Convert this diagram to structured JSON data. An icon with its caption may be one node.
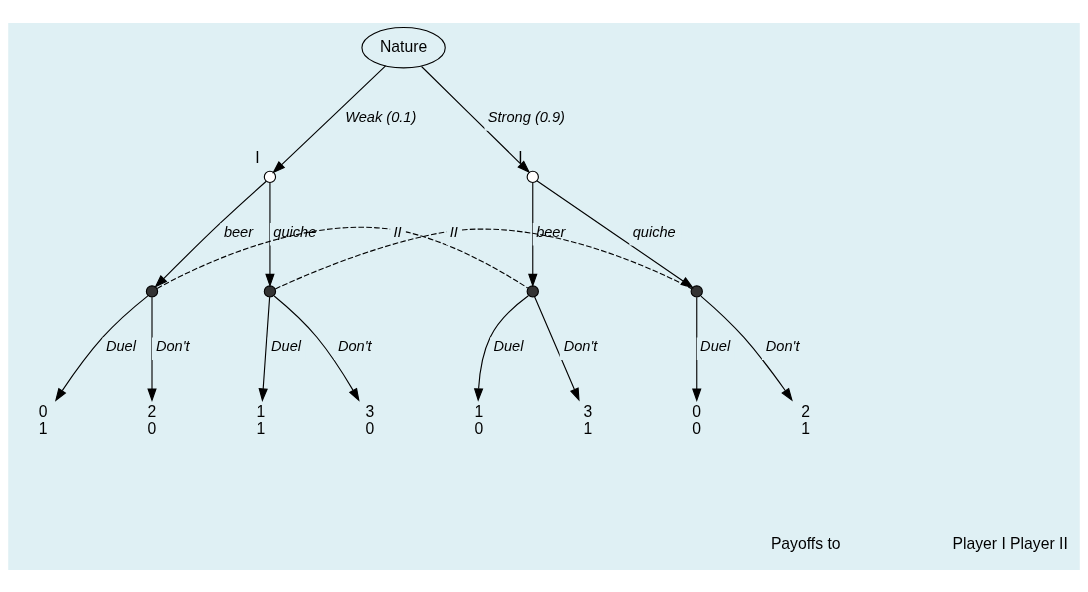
{
  "diagram": {
    "nodes": [
      {
        "text": [
          "Nature"
        ]
      },
      {
        "text": [],
        "shape": "circle",
        "beside": [
          "I"
        ]
      },
      {
        "text": [],
        "shape": "circle",
        "beside": [
          "I"
        ]
      },
      {
        "text": [],
        "shape": "circle"
      },
      {
        "text": [],
        "shape": "circle"
      },
      {
        "text": [],
        "shape": "circle"
      },
      {
        "text": [],
        "shape": "circle"
      },
      {
        "text": [
          "0",
          "1"
        ]
      },
      {
        "text": [
          "2",
          "0"
        ]
      },
      {
        "text": [
          "1",
          "1"
        ]
      },
      {
        "text": [
          "3",
          "0"
        ]
      },
      {
        "text": [
          "1",
          "0"
        ]
      },
      {
        "text": [
          "3",
          "1"
        ]
      },
      {
        "text": [
          "0",
          "0"
        ]
      },
      {
        "text": [
          "2",
          "1"
        ]
      }
    ],
    "edges": [
      {
        "from": 0,
        "to": 1,
        "arrow": "to",
        "label": "Weak (0.1)"
      },
      {
        "from": 0,
        "to": 2,
        "arrow": "to",
        "label": "Strong (0.9)"
      },
      {
        "from": 1,
        "to": 3,
        "arrow": "to",
        "label": "beer"
      },
      {
        "from": 1,
        "to": 4,
        "arrow": "to",
        "label": "quiche"
      },
      {
        "from": 2,
        "to": 5,
        "arrow": "to",
        "label": "beer"
      },
      {
        "from": 2,
        "to": 6,
        "arrow": "to",
        "label": "quiche"
      },
      {
        "from": 3,
        "to": 5,
        "arrow": "none",
        "style": "dashed",
        "label": "II"
      },
      {
        "from": 4,
        "to": 6,
        "arrow": "none",
        "style": "dashed",
        "label": "II"
      },
      {
        "from": 3,
        "to": 7,
        "arrow": "to",
        "label": "Duel"
      },
      {
        "from": 3,
        "to": 8,
        "arrow": "to",
        "label": "Don't"
      },
      {
        "from": 4,
        "to": 9,
        "arrow": "to",
        "label": "Duel"
      },
      {
        "from": 4,
        "to": 10,
        "arrow": "to",
        "label": "Don't"
      },
      {
        "from": 5,
        "to": 11,
        "arrow": "to",
        "label": "Duel"
      },
      {
        "from": 5,
        "to": 12,
        "arrow": "to",
        "label": "Don't"
      },
      {
        "from": 6,
        "to": 13,
        "arrow": "to",
        "label": "Duel"
      },
      {
        "from": 6,
        "to": 14,
        "arrow": "to",
        "label": "Don't"
      }
    ],
    "labels": [
      "Payoffs to",
      "Player I Player II"
    ]
  }
}
